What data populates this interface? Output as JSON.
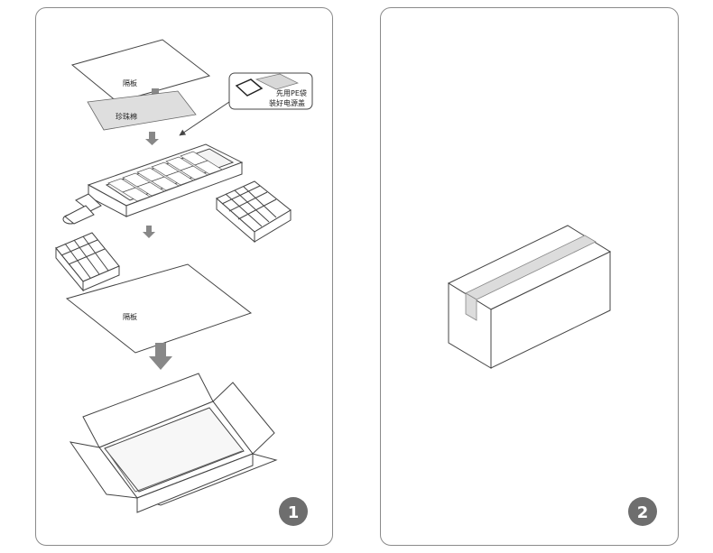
{
  "panel1": {
    "labels": {
      "top_board": "隔板",
      "foam": "珍珠棉",
      "callout_line1": "先用PE袋",
      "callout_line2": "装好电源盖",
      "bottom_board": "隔板"
    },
    "step_number": "1"
  },
  "panel2": {
    "step_number": "2"
  },
  "colors": {
    "line": "#444444",
    "arrow": "#888888",
    "badge": "#6e6e6e",
    "foam": "#dedede"
  }
}
